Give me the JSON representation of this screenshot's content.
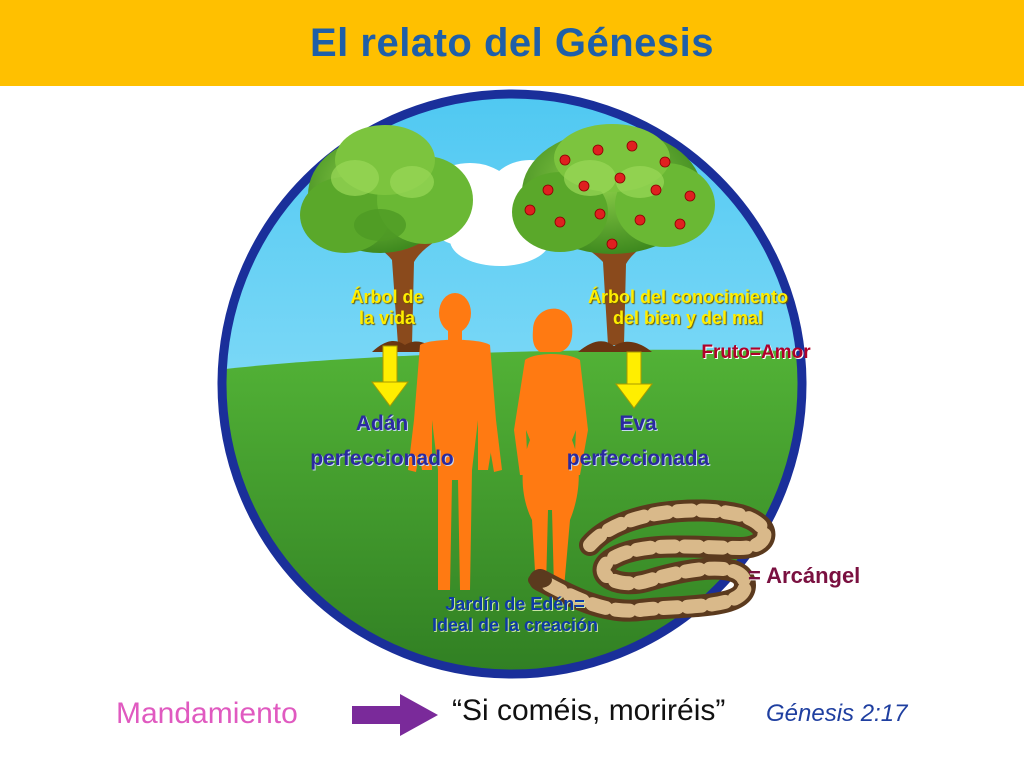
{
  "title": "El relato del Génesis",
  "tree_life": {
    "line1": "Árbol de",
    "line2": "la vida"
  },
  "tree_knowledge": {
    "line1": "Árbol del conocimiento",
    "line2": "del bien y del mal"
  },
  "fruit": "Fruto=Amor",
  "adam": {
    "name": "Adán",
    "state": "perfeccionado"
  },
  "eve": {
    "name": "Eva",
    "state": "perfeccionada"
  },
  "serpent": "= Arcángel",
  "garden": {
    "line1": "Jardín de Edén=",
    "line2": "Ideal de la creación"
  },
  "commandment": {
    "label": "Mandamiento",
    "quote": "“Si coméis, moriréis”",
    "reference": "Génesis 2:17"
  },
  "colors": {
    "title_bar": "#ffc000",
    "title_text": "#1f5fa8",
    "circle_border": "#1a2f9a",
    "sky": "#5ad1f5",
    "grass": "#3f9a2a",
    "figures": "#ff7a12",
    "arrow_yellow": "#ffee00",
    "arrow_purple": "#7a2a9a",
    "commandment_label": "#e05ac0"
  }
}
